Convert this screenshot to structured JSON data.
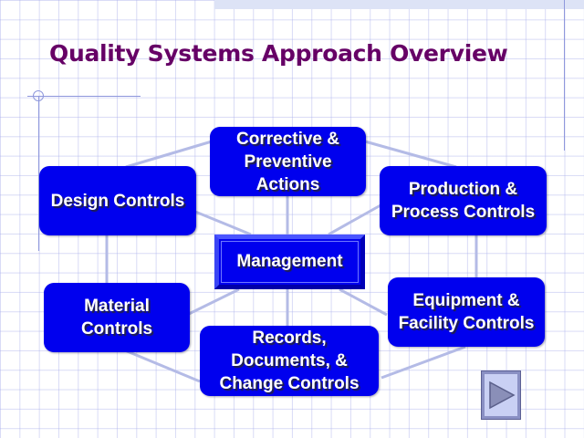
{
  "slide": {
    "title": "Quality Systems Approach Overview",
    "colors": {
      "title": "#660066",
      "node_fill": "#0000ee",
      "node_text": "#ffffff",
      "connector": "#b4bbe6",
      "grid": "#c8ccf0",
      "top_band": "#dde3f6"
    }
  },
  "diagram": {
    "center": {
      "label": "Management"
    },
    "nodes": [
      {
        "id": "corrective",
        "label": "Corrective &\nPreventive\nActions"
      },
      {
        "id": "design",
        "label": "Design Controls"
      },
      {
        "id": "production",
        "label": "Production &\nProcess Controls"
      },
      {
        "id": "material",
        "label": "Material\nControls"
      },
      {
        "id": "equipment",
        "label": "Equipment &\nFacility Controls"
      },
      {
        "id": "records",
        "label": "Records,\nDocuments, &\nChange Controls"
      }
    ]
  },
  "navigation": {
    "next_icon": "play-triangle-icon"
  }
}
